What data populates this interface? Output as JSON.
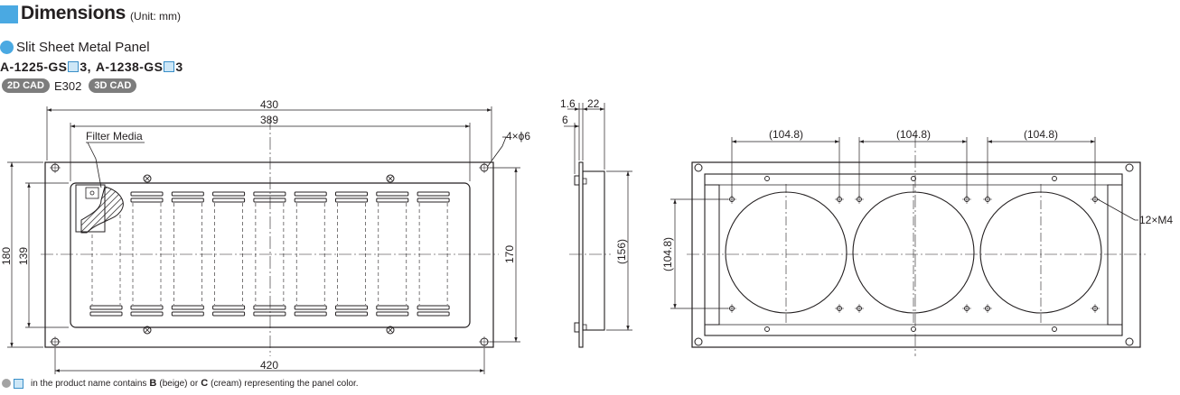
{
  "header": {
    "title": "Dimensions",
    "unit": "(Unit: mm)"
  },
  "product": {
    "subtitle": "Slit Sheet Metal Panel",
    "pn_1a": "A-1225-GS",
    "pn_1b": "3,",
    "pn_2a": "A-1238-GS",
    "pn_2b": "3"
  },
  "cad": {
    "badge_2d": "2D CAD",
    "code": "E302",
    "badge_3d": "3D CAD"
  },
  "labels": {
    "filter_media": "Filter Media",
    "holes_4": "4×ϕ6",
    "holes_12": "12×M4",
    "dim_430": "430",
    "dim_389": "389",
    "dim_420": "420",
    "dim_180": "180",
    "dim_139": "139",
    "dim_170": "170",
    "dim_1_6": "1.6",
    "dim_22": "22",
    "dim_6": "6",
    "dim_156": "(156)",
    "dim_104_8": "(104.8)"
  },
  "footer": {
    "pre": "in the product name contains",
    "b": "B",
    "mid": "(beige) or",
    "c": "C",
    "post": "(cream) representing the panel color."
  },
  "colors": {
    "accent": "#4aa9e2",
    "badge": "#7d7d7d",
    "line": "#231f20"
  }
}
